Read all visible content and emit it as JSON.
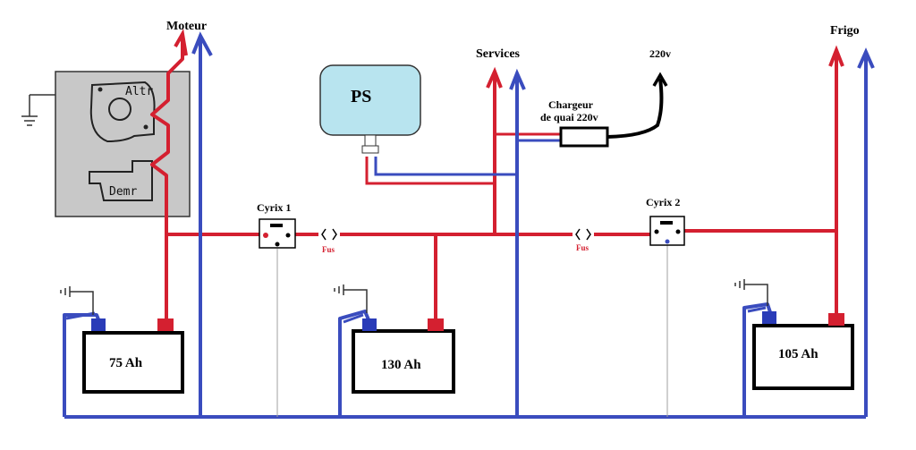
{
  "labels": {
    "moteur": "Moteur",
    "services": "Services",
    "v220": "220v",
    "frigo": "Frigo",
    "ps": "PS",
    "chargeur_line1": "Chargeur",
    "chargeur_line2": "de quai 220v",
    "altr": "Altr",
    "demr": "Demr",
    "cyrix1": "Cyrix 1",
    "cyrix2": "Cyrix 2",
    "fus1": "Fus",
    "fus2": "Fus",
    "battery1": "75 Ah",
    "battery2": "130 Ah",
    "battery3": "105 Ah"
  },
  "colors": {
    "positive": "#d42030",
    "negative": "#3a4cbe",
    "ps_fill": "#b8e4ef",
    "engine_fill": "#c8c8c8",
    "signal": "#a0a0a0"
  }
}
